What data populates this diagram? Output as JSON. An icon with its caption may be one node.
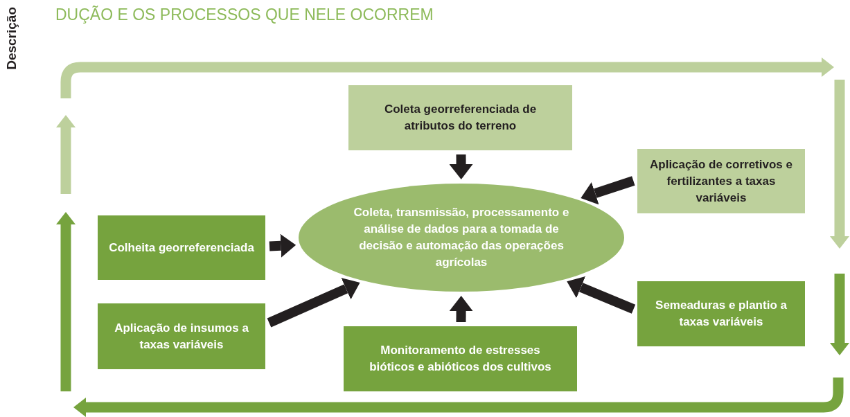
{
  "diagram": {
    "title": "DUÇÃO E OS PROCESSOS QUE NELE OCORREM",
    "nodes": [
      {
        "text": [
          "Coleta georreferenciada de atributos do terreno"
        ]
      },
      {
        "text": [
          "Aplicação de corretivos e fertilizantes a taxas variáveis"
        ]
      },
      {
        "text": [
          "Colheita georreferenciada"
        ]
      },
      {
        "text": [
          "Coleta, transmissão, processamento e análise de dados para a tomada de decisão e automação das operações agrícolas"
        ]
      },
      {
        "text": [
          "Aplicação de insumos a taxas variáveis"
        ]
      },
      {
        "text": [
          "Semeaduras e plantio a taxas variáveis"
        ]
      },
      {
        "text": [
          "Monitoramento de estresses bióticos e abióticos dos cultivos"
        ]
      }
    ],
    "edges": [
      {
        "from": 0,
        "to": 3,
        "arrow": "to"
      },
      {
        "from": 1,
        "to": 3,
        "arrow": "to"
      },
      {
        "from": 2,
        "to": 3,
        "arrow": "to"
      },
      {
        "from": 5,
        "to": 3,
        "arrow": "to"
      },
      {
        "from": 4,
        "to": 3,
        "arrow": "to"
      },
      {
        "from": 6,
        "to": 3,
        "arrow": "to"
      }
    ],
    "labels": [
      "Descrição"
    ]
  }
}
